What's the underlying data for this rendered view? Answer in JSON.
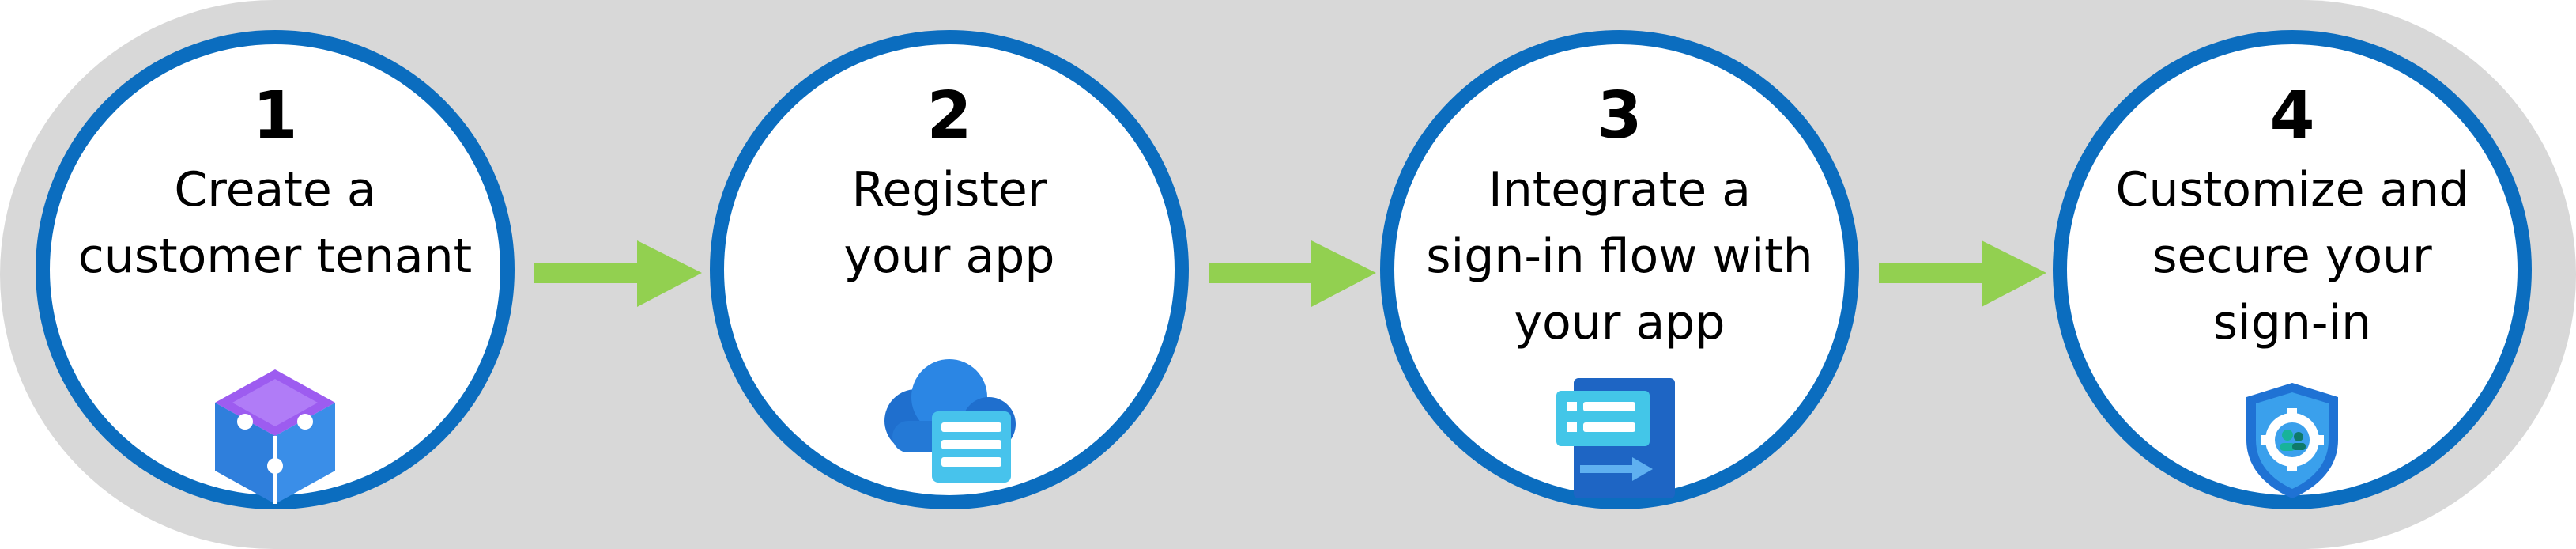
{
  "steps": [
    {
      "number": "1",
      "title": "Create a\ncustomer tenant",
      "icon": "tenant-puzzle-cube-icon"
    },
    {
      "number": "2",
      "title": "Register\nyour app",
      "icon": "cloud-app-registration-icon"
    },
    {
      "number": "3",
      "title": "Integrate a\nsign-in flow with\nyour app",
      "icon": "sign-in-flow-document-icon"
    },
    {
      "number": "4",
      "title": "Customize and\nsecure your\nsign-in",
      "icon": "secure-shield-gear-icon"
    }
  ],
  "colors": {
    "background_track": "#d8d8d8",
    "circle_border": "#0b6dbf",
    "arrow": "#92d050",
    "text": "#000000"
  }
}
